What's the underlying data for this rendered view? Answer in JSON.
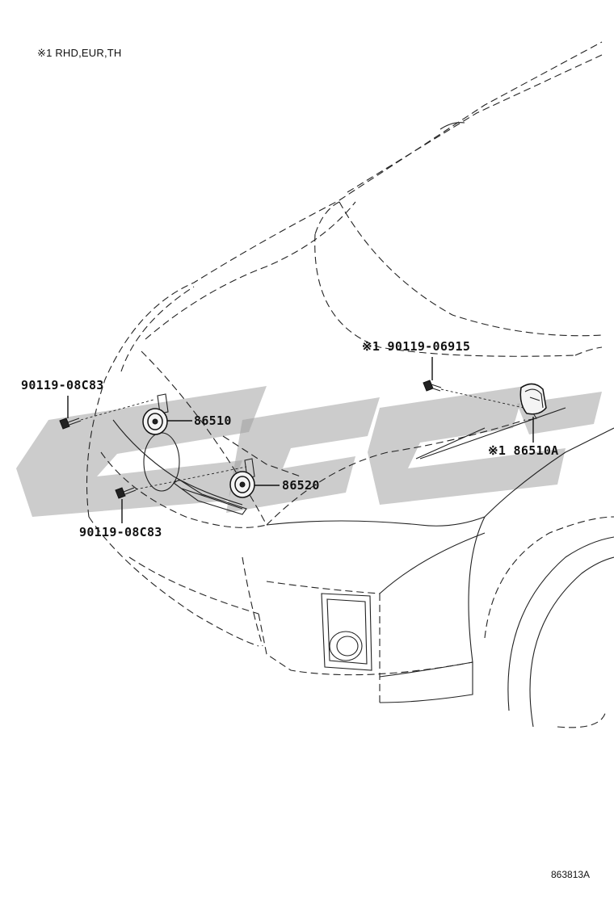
{
  "note": "※1 RHD,EUR,TH",
  "labels": {
    "bolt_upper_left": "90119-08C83",
    "horn_86510": "86510",
    "bolt_lower_left": "90119-08C83",
    "horn_86520": "86520",
    "bolt_right": "※1 90119-06915",
    "horn_86510A": "※1 86510A"
  },
  "figure_number": "863813A"
}
